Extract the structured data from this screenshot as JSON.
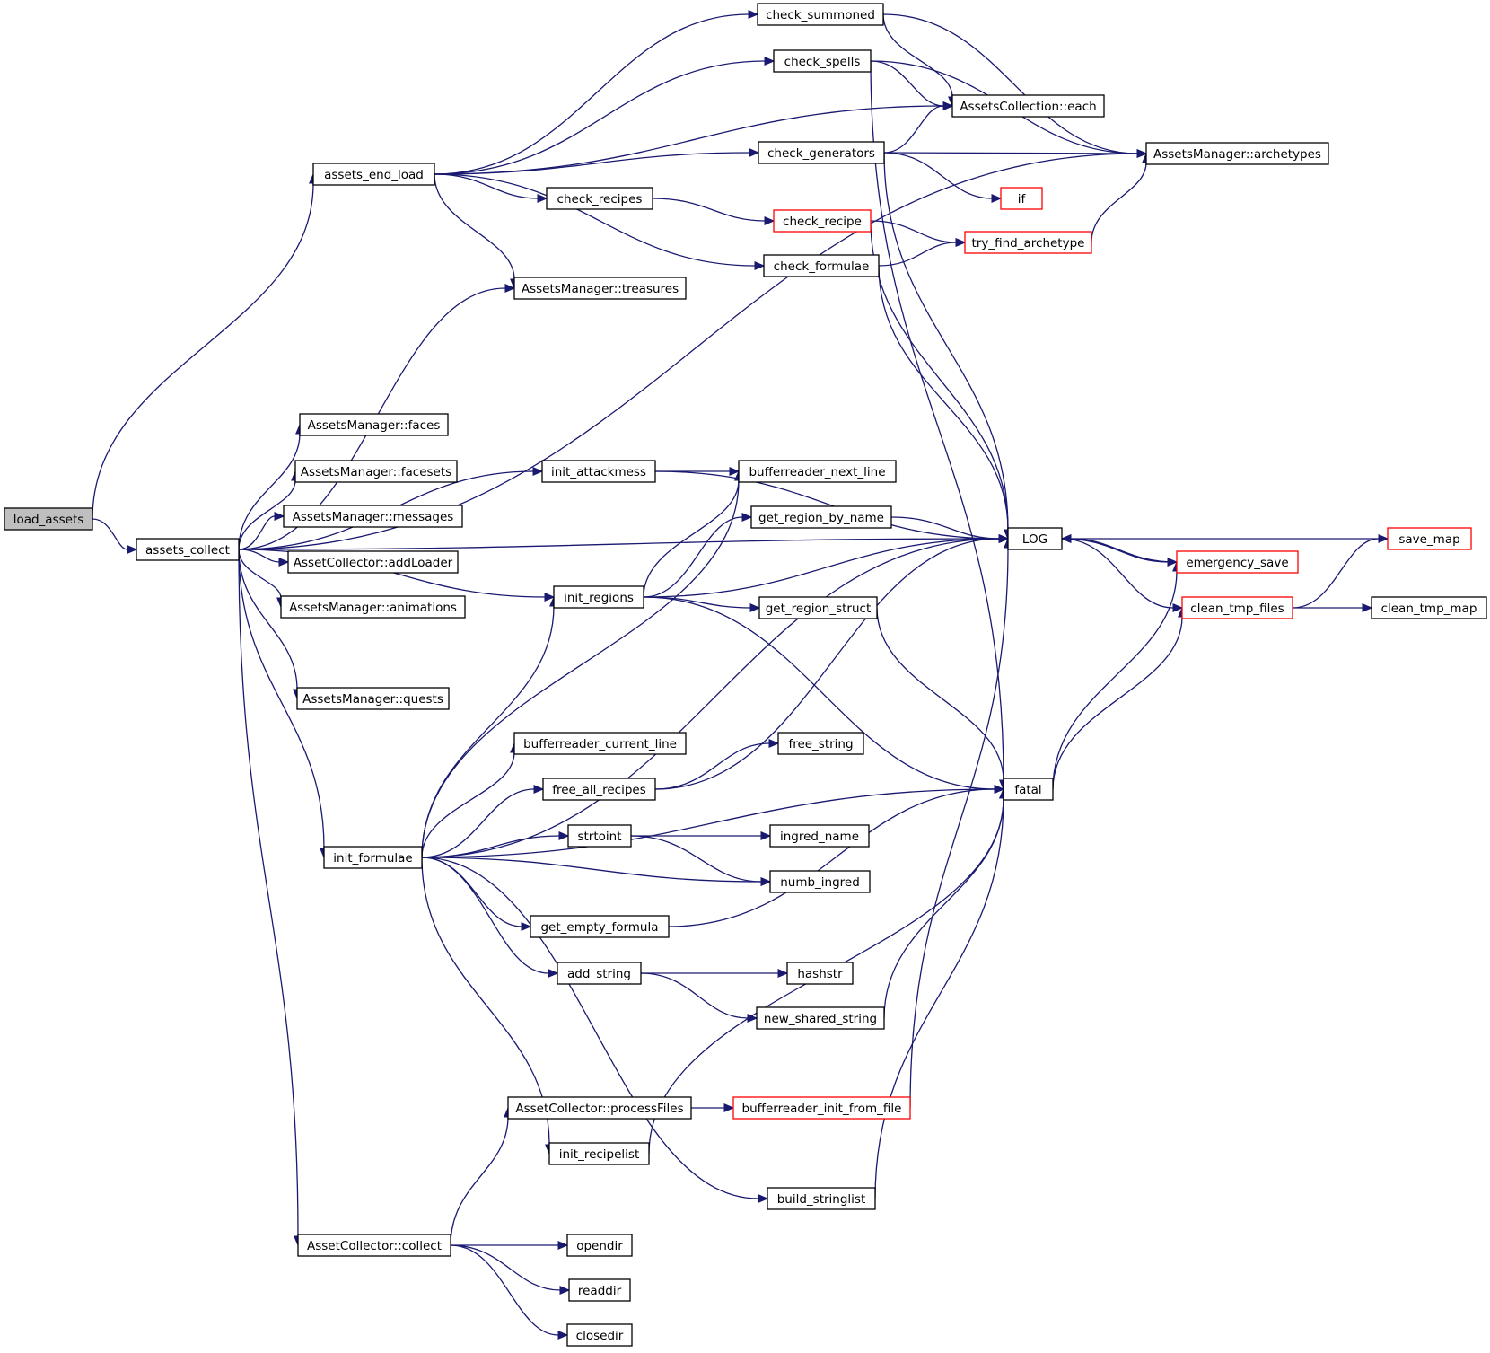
{
  "graph": {
    "colors": {
      "edge": "#191970",
      "highlight_border": "#ff0000",
      "root_fill": "#bfbfbf",
      "normal_border": "#000000"
    },
    "nodes": [
      {
        "id": "load_assets",
        "label": "load_assets",
        "style": "root"
      },
      {
        "id": "assets_collect",
        "label": "assets_collect",
        "style": "normal"
      },
      {
        "id": "assets_end_load",
        "label": "assets_end_load",
        "style": "normal"
      },
      {
        "id": "check_summoned",
        "label": "check_summoned",
        "style": "normal"
      },
      {
        "id": "check_spells",
        "label": "check_spells",
        "style": "normal"
      },
      {
        "id": "assets_each",
        "label": "AssetsCollection::each",
        "style": "normal"
      },
      {
        "id": "check_generators",
        "label": "check_generators",
        "style": "normal"
      },
      {
        "id": "archetypes",
        "label": "AssetsManager::archetypes",
        "style": "normal"
      },
      {
        "id": "if",
        "label": "if",
        "style": "red"
      },
      {
        "id": "check_recipes",
        "label": "check_recipes",
        "style": "normal"
      },
      {
        "id": "check_recipe",
        "label": "check_recipe",
        "style": "red"
      },
      {
        "id": "try_find_archetype",
        "label": "try_find_archetype",
        "style": "red"
      },
      {
        "id": "check_formulae",
        "label": "check_formulae",
        "style": "normal"
      },
      {
        "id": "treasures",
        "label": "AssetsManager::treasures",
        "style": "normal"
      },
      {
        "id": "faces",
        "label": "AssetsManager::faces",
        "style": "normal"
      },
      {
        "id": "facesets",
        "label": "AssetsManager::facesets",
        "style": "normal"
      },
      {
        "id": "messages",
        "label": "AssetsManager::messages",
        "style": "normal"
      },
      {
        "id": "addLoader",
        "label": "AssetCollector::addLoader",
        "style": "normal"
      },
      {
        "id": "animations",
        "label": "AssetsManager::animations",
        "style": "normal"
      },
      {
        "id": "quests",
        "label": "AssetsManager::quests",
        "style": "normal"
      },
      {
        "id": "init_attackmess",
        "label": "init_attackmess",
        "style": "normal"
      },
      {
        "id": "bufferreader_next_line",
        "label": "bufferreader_next_line",
        "style": "normal"
      },
      {
        "id": "get_region_by_name",
        "label": "get_region_by_name",
        "style": "normal"
      },
      {
        "id": "LOG",
        "label": "LOG",
        "style": "normal"
      },
      {
        "id": "save_map",
        "label": "save_map",
        "style": "red"
      },
      {
        "id": "emergency_save",
        "label": "emergency_save",
        "style": "red"
      },
      {
        "id": "init_regions",
        "label": "init_regions",
        "style": "normal"
      },
      {
        "id": "get_region_struct",
        "label": "get_region_struct",
        "style": "normal"
      },
      {
        "id": "clean_tmp_files",
        "label": "clean_tmp_files",
        "style": "red"
      },
      {
        "id": "clean_tmp_map",
        "label": "clean_tmp_map",
        "style": "normal"
      },
      {
        "id": "bufferreader_current_line",
        "label": "bufferreader_current_line",
        "style": "normal"
      },
      {
        "id": "free_string",
        "label": "free_string",
        "style": "normal"
      },
      {
        "id": "free_all_recipes",
        "label": "free_all_recipes",
        "style": "normal"
      },
      {
        "id": "fatal",
        "label": "fatal",
        "style": "normal"
      },
      {
        "id": "strtoint",
        "label": "strtoint",
        "style": "normal"
      },
      {
        "id": "ingred_name",
        "label": "ingred_name",
        "style": "normal"
      },
      {
        "id": "init_formulae",
        "label": "init_formulae",
        "style": "normal"
      },
      {
        "id": "numb_ingred",
        "label": "numb_ingred",
        "style": "normal"
      },
      {
        "id": "get_empty_formula",
        "label": "get_empty_formula",
        "style": "normal"
      },
      {
        "id": "add_string",
        "label": "add_string",
        "style": "normal"
      },
      {
        "id": "hashstr",
        "label": "hashstr",
        "style": "normal"
      },
      {
        "id": "new_shared_string",
        "label": "new_shared_string",
        "style": "normal"
      },
      {
        "id": "processFiles",
        "label": "AssetCollector::processFiles",
        "style": "normal"
      },
      {
        "id": "bufferreader_init_from_file",
        "label": "bufferreader_init_from_file",
        "style": "red"
      },
      {
        "id": "init_recipelist",
        "label": "init_recipelist",
        "style": "normal"
      },
      {
        "id": "build_stringlist",
        "label": "build_stringlist",
        "style": "normal"
      },
      {
        "id": "collect",
        "label": "AssetCollector::collect",
        "style": "normal"
      },
      {
        "id": "opendir",
        "label": "opendir",
        "style": "normal"
      },
      {
        "id": "readdir",
        "label": "readdir",
        "style": "normal"
      },
      {
        "id": "closedir",
        "label": "closedir",
        "style": "normal"
      }
    ],
    "edges": [
      [
        "load_assets",
        "assets_collect"
      ],
      [
        "load_assets",
        "assets_end_load"
      ],
      [
        "assets_end_load",
        "check_summoned"
      ],
      [
        "assets_end_load",
        "check_spells"
      ],
      [
        "assets_end_load",
        "assets_each"
      ],
      [
        "assets_end_load",
        "check_generators"
      ],
      [
        "assets_end_load",
        "check_recipes"
      ],
      [
        "assets_end_load",
        "check_formulae"
      ],
      [
        "assets_end_load",
        "treasures"
      ],
      [
        "check_summoned",
        "assets_each"
      ],
      [
        "check_summoned",
        "archetypes"
      ],
      [
        "check_spells",
        "assets_each"
      ],
      [
        "check_spells",
        "archetypes"
      ],
      [
        "check_spells",
        "fatal"
      ],
      [
        "check_generators",
        "assets_each"
      ],
      [
        "check_generators",
        "archetypes"
      ],
      [
        "check_generators",
        "if"
      ],
      [
        "check_generators",
        "LOG"
      ],
      [
        "check_recipes",
        "check_recipe"
      ],
      [
        "check_recipe",
        "try_find_archetype"
      ],
      [
        "check_recipe",
        "LOG"
      ],
      [
        "check_formulae",
        "try_find_archetype"
      ],
      [
        "check_formulae",
        "LOG"
      ],
      [
        "try_find_archetype",
        "archetypes"
      ],
      [
        "assets_collect",
        "treasures"
      ],
      [
        "assets_collect",
        "archetypes"
      ],
      [
        "assets_collect",
        "LOG"
      ],
      [
        "assets_collect",
        "faces"
      ],
      [
        "assets_collect",
        "facesets"
      ],
      [
        "assets_collect",
        "messages"
      ],
      [
        "assets_collect",
        "addLoader"
      ],
      [
        "assets_collect",
        "animations"
      ],
      [
        "assets_collect",
        "quests"
      ],
      [
        "assets_collect",
        "init_attackmess"
      ],
      [
        "assets_collect",
        "init_regions"
      ],
      [
        "assets_collect",
        "init_formulae"
      ],
      [
        "assets_collect",
        "collect"
      ],
      [
        "init_attackmess",
        "bufferreader_next_line"
      ],
      [
        "init_attackmess",
        "LOG"
      ],
      [
        "init_regions",
        "bufferreader_next_line"
      ],
      [
        "init_regions",
        "get_region_by_name"
      ],
      [
        "init_regions",
        "LOG"
      ],
      [
        "init_regions",
        "get_region_struct"
      ],
      [
        "init_regions",
        "fatal"
      ],
      [
        "get_region_by_name",
        "LOG"
      ],
      [
        "get_region_struct",
        "fatal"
      ],
      [
        "LOG",
        "emergency_save"
      ],
      [
        "LOG",
        "clean_tmp_files"
      ],
      [
        "emergency_save",
        "LOG"
      ],
      [
        "save_map",
        "LOG"
      ],
      [
        "clean_tmp_files",
        "save_map"
      ],
      [
        "clean_tmp_files",
        "clean_tmp_map"
      ],
      [
        "fatal",
        "emergency_save"
      ],
      [
        "fatal",
        "clean_tmp_files"
      ],
      [
        "init_formulae",
        "bufferreader_next_line"
      ],
      [
        "init_formulae",
        "init_regions"
      ],
      [
        "init_formulae",
        "LOG"
      ],
      [
        "init_formulae",
        "bufferreader_current_line"
      ],
      [
        "init_formulae",
        "free_all_recipes"
      ],
      [
        "init_formulae",
        "strtoint"
      ],
      [
        "init_formulae",
        "numb_ingred"
      ],
      [
        "init_formulae",
        "get_empty_formula"
      ],
      [
        "init_formulae",
        "add_string"
      ],
      [
        "init_formulae",
        "fatal"
      ],
      [
        "init_formulae",
        "init_recipelist"
      ],
      [
        "init_formulae",
        "build_stringlist"
      ],
      [
        "free_all_recipes",
        "free_string"
      ],
      [
        "free_all_recipes",
        "LOG"
      ],
      [
        "strtoint",
        "ingred_name"
      ],
      [
        "strtoint",
        "numb_ingred"
      ],
      [
        "get_empty_formula",
        "fatal"
      ],
      [
        "add_string",
        "hashstr"
      ],
      [
        "add_string",
        "new_shared_string"
      ],
      [
        "new_shared_string",
        "fatal"
      ],
      [
        "processFiles",
        "bufferreader_init_from_file"
      ],
      [
        "bufferreader_init_from_file",
        "LOG"
      ],
      [
        "init_recipelist",
        "fatal"
      ],
      [
        "build_stringlist",
        "fatal"
      ],
      [
        "collect",
        "processFiles"
      ],
      [
        "collect",
        "opendir"
      ],
      [
        "collect",
        "readdir"
      ],
      [
        "collect",
        "closedir"
      ]
    ]
  }
}
